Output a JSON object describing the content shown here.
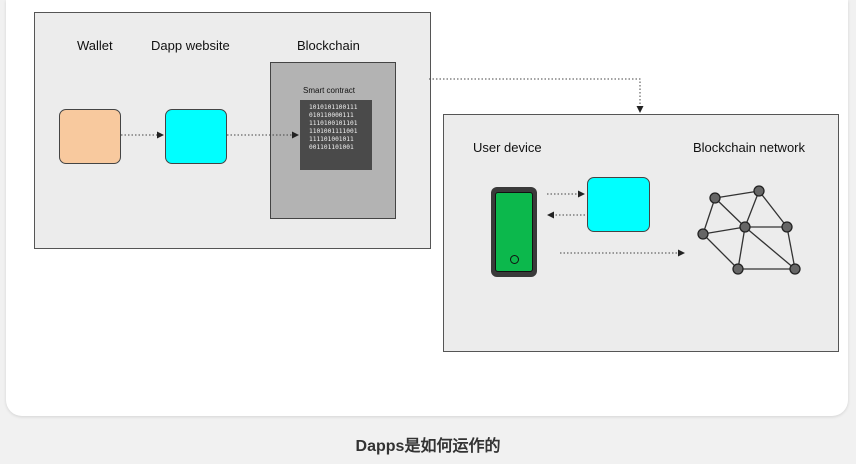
{
  "diagram": {
    "left_labels": {
      "wallet": "Wallet",
      "dapp": "Dapp website",
      "blockchain": "Blockchain"
    },
    "smart_contract": {
      "label": "Smart contract",
      "code_lines": [
        "1010101100111",
        "010110000111",
        "1110100101101",
        "1101001111001",
        "111101001011",
        "001101101001"
      ]
    },
    "right_labels": {
      "user_device": "User device",
      "network": "Blockchain network"
    },
    "colors": {
      "wallet": "#f8c99e",
      "dapp": "#00ffff",
      "phone_screen": "#0cb84c",
      "panel": "#ececec",
      "node": "#666666"
    }
  },
  "caption": "Dapps是如何运作的"
}
